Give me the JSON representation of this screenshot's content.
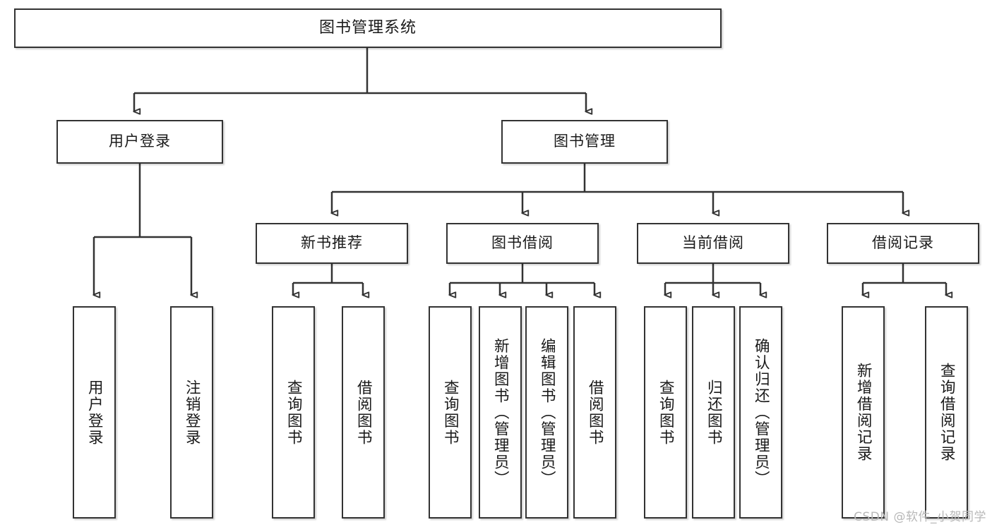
{
  "diagram": {
    "title": "图书管理系统",
    "type": "tree",
    "root": {
      "id": "root",
      "label": "图书管理系统",
      "orientation": "horizontal"
    },
    "level2": [
      {
        "id": "user-login",
        "label": "用户登录",
        "orientation": "horizontal"
      },
      {
        "id": "book-manage",
        "label": "图书管理",
        "orientation": "horizontal"
      }
    ],
    "level3": [
      {
        "id": "new-book-recommend",
        "label": "新书推荐",
        "parent": "book-manage",
        "orientation": "horizontal"
      },
      {
        "id": "book-borrow",
        "label": "图书借阅",
        "parent": "book-manage",
        "orientation": "horizontal"
      },
      {
        "id": "current-borrow",
        "label": "当前借阅",
        "parent": "book-manage",
        "orientation": "horizontal"
      },
      {
        "id": "borrow-record",
        "label": "借阅记录",
        "parent": "book-manage",
        "orientation": "horizontal"
      }
    ],
    "leaves": [
      {
        "id": "leaf-user-login",
        "label": "用户登录",
        "parent": "user-login",
        "orientation": "vertical"
      },
      {
        "id": "leaf-user-logout",
        "label": "注销登录",
        "parent": "user-login",
        "orientation": "vertical"
      },
      {
        "id": "leaf-query-book-recommend",
        "label": "查询图书",
        "parent": "new-book-recommend",
        "orientation": "vertical"
      },
      {
        "id": "leaf-borrow-book-recommend",
        "label": "借阅图书",
        "parent": "new-book-recommend",
        "orientation": "vertical"
      },
      {
        "id": "leaf-query-book-borrow",
        "label": "查询图书",
        "parent": "book-borrow",
        "orientation": "vertical"
      },
      {
        "id": "leaf-add-book",
        "label": "新增图书（管理员）",
        "parent": "book-borrow",
        "orientation": "vertical"
      },
      {
        "id": "leaf-edit-book",
        "label": "编辑图书（管理员）",
        "parent": "book-borrow",
        "orientation": "vertical"
      },
      {
        "id": "leaf-borrow-book",
        "label": "借阅图书",
        "parent": "book-borrow",
        "orientation": "vertical"
      },
      {
        "id": "leaf-query-book-current",
        "label": "查询图书",
        "parent": "current-borrow",
        "orientation": "vertical"
      },
      {
        "id": "leaf-return-book",
        "label": "归还图书",
        "parent": "current-borrow",
        "orientation": "vertical"
      },
      {
        "id": "leaf-confirm-return",
        "label": "确认归还（管理员）",
        "parent": "current-borrow",
        "orientation": "vertical"
      },
      {
        "id": "leaf-add-borrow-record",
        "label": "新增借阅记录",
        "parent": "borrow-record",
        "orientation": "vertical"
      },
      {
        "id": "leaf-query-borrow-record",
        "label": "查询借阅记录",
        "parent": "borrow-record",
        "orientation": "vertical"
      }
    ],
    "colors": {
      "stroke": "#333333",
      "box_fill": "#ffffff",
      "text": "#1a1a1a",
      "background": "#ffffff",
      "watermark": "#b8b8b8"
    }
  },
  "watermark": {
    "text": "CSDN @软件_小贺同学"
  }
}
